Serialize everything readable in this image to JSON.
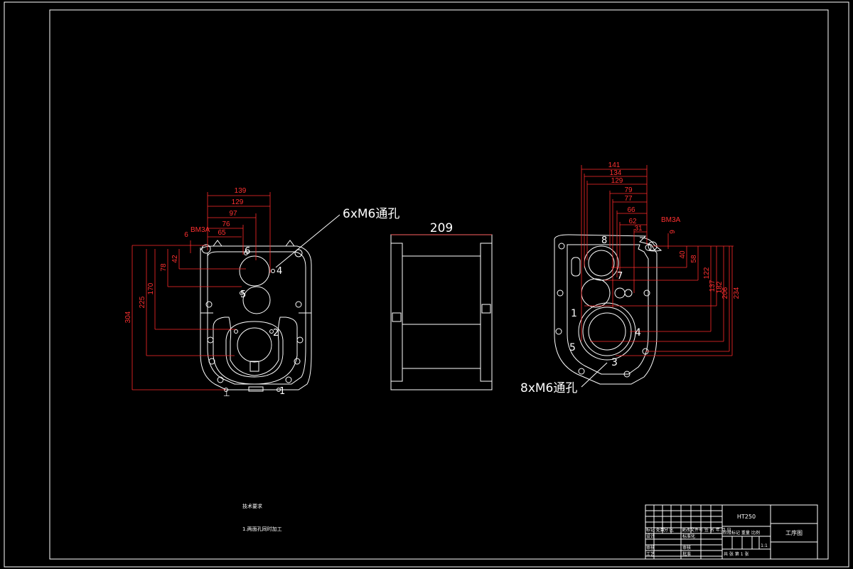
{
  "left_view": {
    "horizontal_dims": [
      "139",
      "129",
      "97",
      "76",
      "65",
      "6"
    ],
    "vertical_dims": [
      "304",
      "225",
      "170",
      "78",
      "42"
    ],
    "hole_numbers": [
      "6",
      "4",
      "5",
      "2",
      "1"
    ],
    "callout": "6xM6通孔",
    "tag": "BM3A"
  },
  "side_view": {
    "width_dim": "209"
  },
  "right_view": {
    "horizontal_dims": [
      "141",
      "134",
      "129",
      "79",
      "77",
      "66",
      "62",
      "31"
    ],
    "vertical_dims": [
      "9",
      "40",
      "58",
      "122",
      "137",
      "182",
      "206",
      "234"
    ],
    "hole_numbers": [
      "1",
      "4",
      "5",
      "3",
      "7",
      "8"
    ],
    "callout": "8xM6通孔",
    "tag": "BM3A"
  },
  "notes": {
    "title": "技术要求",
    "item1": "1.两面孔同时加工"
  },
  "title_block": {
    "material": "HT250",
    "drawing_name": "工序图",
    "scale": "1:1",
    "r1": "标记 处数",
    "r2": "分 区",
    "r3": "更改文件号 签 名 年.月.日",
    "design": "设计",
    "standard": "标准化",
    "check": "审核",
    "approve": "工艺",
    "stage": "阶段标记 重量 比例",
    "sheets": "共 张 第 1 张",
    "review": "审核",
    "process": "批准"
  }
}
